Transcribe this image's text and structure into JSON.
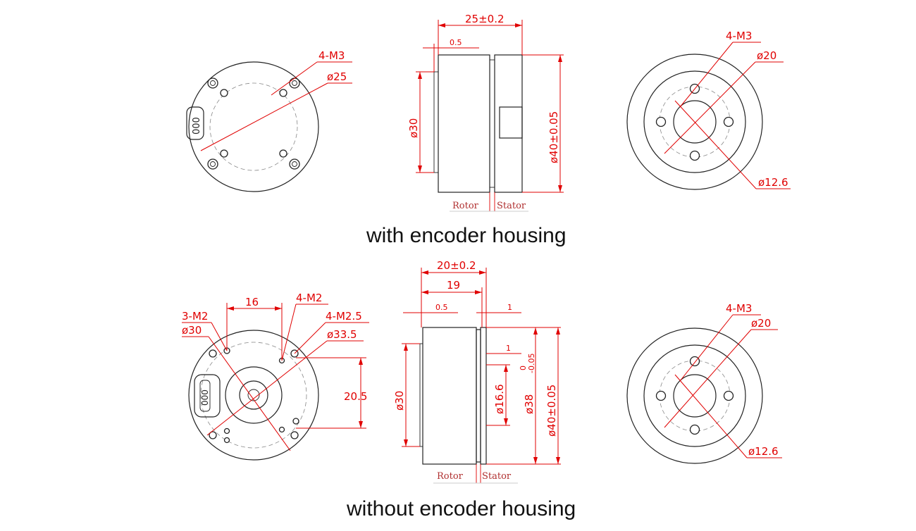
{
  "captions": {
    "top": "with  encoder housing",
    "bottom": "without  encoder housing"
  },
  "top": {
    "back_view": {
      "thread": "4-M3",
      "diameter": "ø25",
      "connector_text": "000"
    },
    "side_view": {
      "length": "25±0.2",
      "offset": "0.5",
      "inner_diameter": "ø30",
      "outer_diameter": "ø40±0.05",
      "rotor": "Rotor",
      "stator": "Stator"
    },
    "front_view": {
      "thread": "4-M3",
      "bore": "ø20",
      "pcd": "ø12.6"
    }
  },
  "bottom": {
    "back_view": {
      "thread_a": "3-M2",
      "diameter_a": "ø30",
      "spacing": "16",
      "thread_b": "4-M2",
      "thread_c": "4-M2.5",
      "diameter_c": "ø33.5",
      "height": "20.5",
      "connector_text": "000"
    },
    "side_view": {
      "length": "20±0.2",
      "body_length": "19",
      "offset": "0.5",
      "flange": "1",
      "step": "1",
      "inner_diameter": "ø30",
      "shaft_diameter": "ø16.6",
      "mid_diameter": "ø38",
      "tol_upper": "0",
      "tol_lower": "-0.05",
      "outer_diameter": "ø40±0.05",
      "rotor": "Rotor",
      "stator": "Stator"
    },
    "front_view": {
      "thread": "4-M3",
      "bore": "ø20",
      "pcd": "ø12.6"
    }
  }
}
